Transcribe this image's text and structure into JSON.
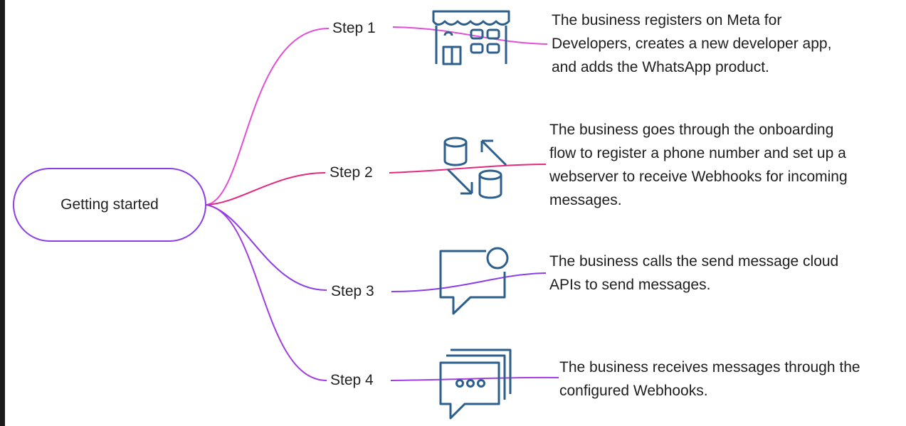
{
  "root": {
    "label": "Getting started"
  },
  "steps": [
    {
      "label": "Step 1",
      "icon": "storefront-icon",
      "color": "#e24fd6",
      "lines": [
        "The business registers on Meta for",
        "Developers, creates a new developer app,",
        "and adds the WhatsApp product."
      ]
    },
    {
      "label": "Step 2",
      "icon": "database-sync-icon",
      "color": "#e3297e",
      "lines": [
        "The business goes through the onboarding",
        "flow to register a phone number and set up a",
        "webserver to receive Webhooks for incoming",
        "messages."
      ]
    },
    {
      "label": "Step 3",
      "icon": "chat-notification-icon",
      "color": "#8a3ee8",
      "lines": [
        "The business calls the send message cloud",
        "APIs to send messages."
      ]
    },
    {
      "label": "Step 4",
      "icon": "message-stack-icon",
      "color": "#a13ee0",
      "lines": [
        "The business receives messages through the",
        "configured Webhooks."
      ]
    }
  ],
  "colors": {
    "icon_stroke": "#2d5f8d",
    "root_border": "#8a3ee8",
    "background": "#ffffff"
  }
}
